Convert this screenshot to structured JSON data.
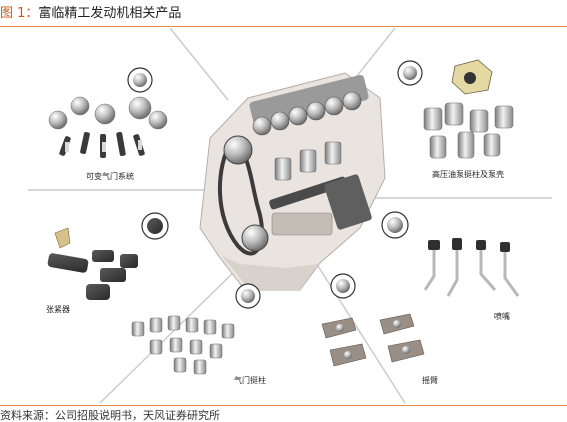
{
  "figure": {
    "title_prefix": "图 1：",
    "title_text": "富临精工发动机相关产品",
    "source": "资料来源：公司招股说明书，天风证券研究所"
  },
  "labels": {
    "vvt": "可变气门系统",
    "pump_plunger": "高压油泵挺柱及泵壳",
    "tensioner": "张紧器",
    "nozzle": "喷嘴",
    "tappet": "气门挺柱",
    "rocker": "摇臂"
  },
  "colors": {
    "accent": "#c8571f",
    "rule": "#e08a4a",
    "divider": "#c9c9c9"
  }
}
